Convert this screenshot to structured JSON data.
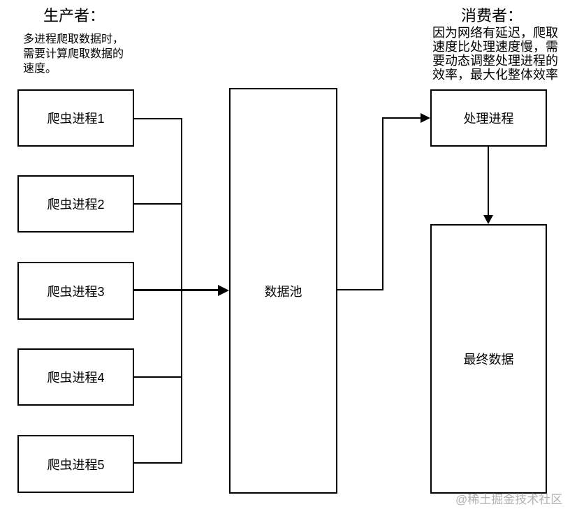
{
  "diagram": {
    "producer": {
      "title": "生产者：",
      "note_lines": [
        "多进程爬取数据时，",
        "需要计算爬取数据的",
        "速度。"
      ]
    },
    "consumer": {
      "title": "消费者：",
      "note_lines": [
        "因为网络有延迟，爬取",
        "速度比处理速度慢，需",
        "要动态调整处理进程的",
        "效率，最大化整体效率"
      ]
    },
    "nodes": {
      "crawler1": {
        "label": "爬虫进程1"
      },
      "crawler2": {
        "label": "爬虫进程2"
      },
      "crawler3": {
        "label": "爬虫进程3"
      },
      "crawler4": {
        "label": "爬虫进程4"
      },
      "crawler5": {
        "label": "爬虫进程5"
      },
      "datapool": {
        "label": "数据池"
      },
      "processor": {
        "label": "处理进程"
      },
      "finaldata": {
        "label": "最终数据"
      }
    },
    "edges": [
      {
        "from": "crawler1",
        "to": "datapool"
      },
      {
        "from": "crawler2",
        "to": "datapool"
      },
      {
        "from": "crawler3",
        "to": "datapool"
      },
      {
        "from": "crawler4",
        "to": "datapool"
      },
      {
        "from": "crawler5",
        "to": "datapool"
      },
      {
        "from": "datapool",
        "to": "processor"
      },
      {
        "from": "processor",
        "to": "finaldata"
      }
    ],
    "watermark": "@稀土掘金技术社区",
    "colors": {
      "line": "#000000",
      "text": "#000000",
      "watermark": "#b3b3b3",
      "background": "#ffffff"
    }
  }
}
